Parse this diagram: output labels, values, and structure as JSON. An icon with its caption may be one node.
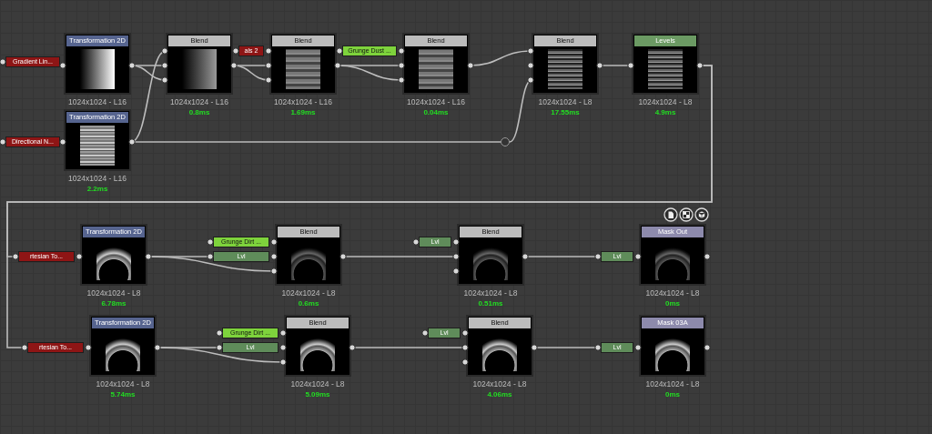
{
  "diagram": {
    "nodes": [
      {
        "text": [
          "Transformation 2D"
        ],
        "beside": [
          "1024x1024 - L16"
        ]
      },
      {
        "text": [
          "Gradient Lin..."
        ]
      },
      {
        "text": [
          "Transformation 2D"
        ],
        "beside": [
          "1024x1024 - L16",
          "2.2ms"
        ]
      },
      {
        "text": [
          "Directional N..."
        ]
      },
      {
        "text": [
          "Blend"
        ],
        "beside": [
          "1024x1024 - L16",
          "0.8ms"
        ]
      },
      {
        "text": [
          "als 2"
        ]
      },
      {
        "text": [
          "Blend"
        ],
        "beside": [
          "1024x1024 - L16",
          "1.69ms"
        ]
      },
      {
        "text": [
          "Grunge Dust ..."
        ]
      },
      {
        "text": [
          "Blend"
        ],
        "beside": [
          "1024x1024 - L16",
          "0.04ms"
        ]
      },
      {
        "text": [],
        "shape": "circle"
      },
      {
        "text": [
          "Blend"
        ],
        "beside": [
          "1024x1024 - L8",
          "17.55ms"
        ]
      },
      {
        "text": [
          "Levels"
        ],
        "beside": [
          "1024x1024 - L8",
          "4.9ms"
        ]
      },
      {
        "text": [
          "rtesian To..."
        ]
      },
      {
        "text": [
          "Transformation 2D"
        ],
        "beside": [
          "1024x1024 - L8",
          "6.78ms"
        ]
      },
      {
        "text": [
          "Grunge Dirt ..."
        ]
      },
      {
        "text": [
          "Lvl"
        ]
      },
      {
        "text": [
          "Blend"
        ],
        "beside": [
          "1024x1024 - L8",
          "0.6ms"
        ]
      },
      {
        "text": [
          "Lvl"
        ]
      },
      {
        "text": [
          "Blend"
        ],
        "beside": [
          "1024x1024 - L8",
          "0.51ms"
        ]
      },
      {
        "text": [
          "Lvl"
        ]
      },
      {
        "text": [
          "Mask Out"
        ],
        "beside": [
          "1024x1024 - L8",
          "0ms"
        ]
      },
      {
        "text": [
          "rtesian To..."
        ]
      },
      {
        "text": [
          "Transformation 2D"
        ],
        "beside": [
          "1024x1024 - L8",
          "5.74ms"
        ]
      },
      {
        "text": [
          "Grunge Dirt ..."
        ]
      },
      {
        "text": [
          "Lvl"
        ]
      },
      {
        "text": [
          "Blend"
        ],
        "beside": [
          "1024x1024 - L8",
          "5.09ms"
        ]
      },
      {
        "text": [
          "Lvl"
        ]
      },
      {
        "text": [
          "Blend"
        ],
        "beside": [
          "1024x1024 - L8",
          "4.06ms"
        ]
      },
      {
        "text": [
          "Lvl"
        ]
      },
      {
        "text": [
          "Mask 03A"
        ],
        "beside": [
          "1024x1024 - L8",
          "0ms"
        ]
      }
    ],
    "edges": [
      {
        "from": 0,
        "to": 4,
        "arrow": "none"
      },
      {
        "from": 0,
        "to": 4,
        "arrow": "none"
      },
      {
        "from": 2,
        "to": 4,
        "arrow": "none"
      },
      {
        "from": 2,
        "to": 9,
        "arrow": "none"
      },
      {
        "from": 4,
        "to": 6,
        "arrow": "none"
      },
      {
        "from": 4,
        "to": 6,
        "arrow": "none"
      },
      {
        "from": 6,
        "to": 8,
        "arrow": "none"
      },
      {
        "from": 6,
        "to": 8,
        "arrow": "none"
      },
      {
        "from": 8,
        "to": 10,
        "arrow": "none"
      },
      {
        "from": 9,
        "to": 10,
        "arrow": "none"
      },
      {
        "from": 10,
        "to": 11,
        "arrow": "none"
      },
      {
        "from": 11,
        "to": 12,
        "arrow": "none"
      },
      {
        "from": 11,
        "to": 21,
        "arrow": "none"
      },
      {
        "from": 13,
        "to": 15,
        "arrow": "none"
      },
      {
        "from": 13,
        "to": 16,
        "arrow": "none"
      },
      {
        "from": 16,
        "to": 18,
        "arrow": "none"
      },
      {
        "from": 18,
        "to": 19,
        "arrow": "none"
      },
      {
        "from": 22,
        "to": 24,
        "arrow": "none"
      },
      {
        "from": 22,
        "to": 25,
        "arrow": "none"
      },
      {
        "from": 25,
        "to": 27,
        "arrow": "none"
      },
      {
        "from": 27,
        "to": 28,
        "arrow": "none"
      }
    ]
  }
}
